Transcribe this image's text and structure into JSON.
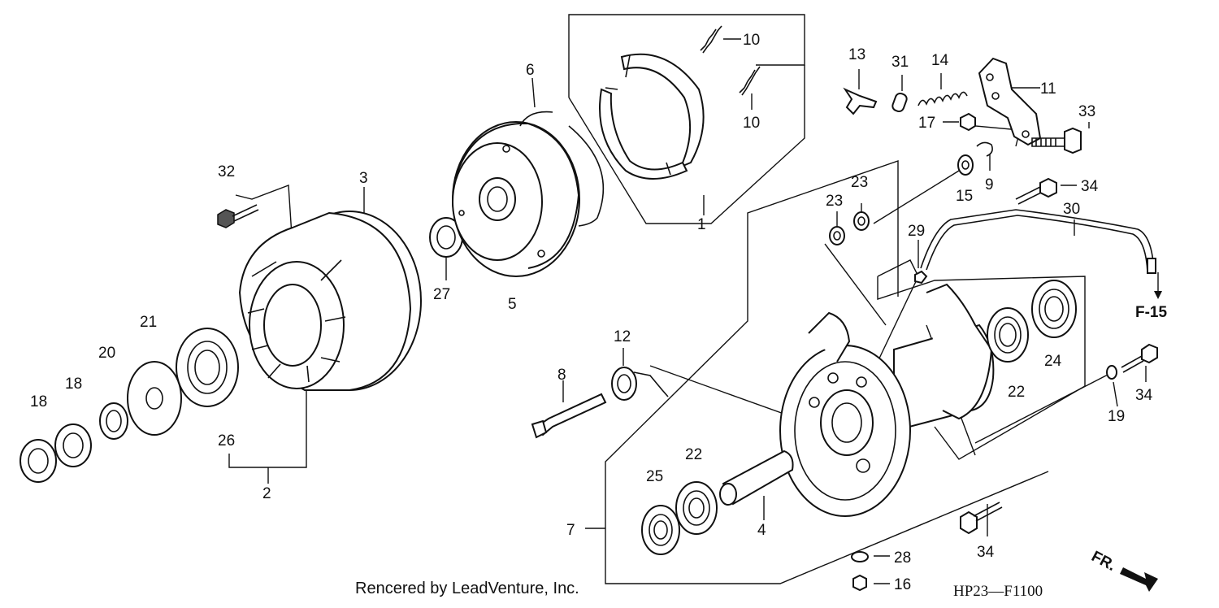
{
  "labels": {
    "p1": "1",
    "p2": "2",
    "p3": "3",
    "p4": "4",
    "p5": "5",
    "p6": "6",
    "p7": "7",
    "p8": "8",
    "p9": "9",
    "p10a": "10",
    "p10b": "10",
    "p11": "11",
    "p12": "12",
    "p13": "13",
    "p14": "14",
    "p15": "15",
    "p16": "16",
    "p17": "17",
    "p18a": "18",
    "p18b": "18",
    "p19": "19",
    "p20": "20",
    "p21": "21",
    "p22a": "22",
    "p22b": "22",
    "p23a": "23",
    "p23b": "23",
    "p24": "24",
    "p25": "25",
    "p26": "26",
    "p27": "27",
    "p28": "28",
    "p29": "29",
    "p30": "30",
    "p31": "31",
    "p32": "32",
    "p33": "33",
    "p34a": "34",
    "p34b": "34",
    "p34c": "34"
  },
  "reference": "F-15",
  "direction": "FR.",
  "credit": "Rencered by LeadVenture, Inc.",
  "diagram_code": "HP23—F1100"
}
